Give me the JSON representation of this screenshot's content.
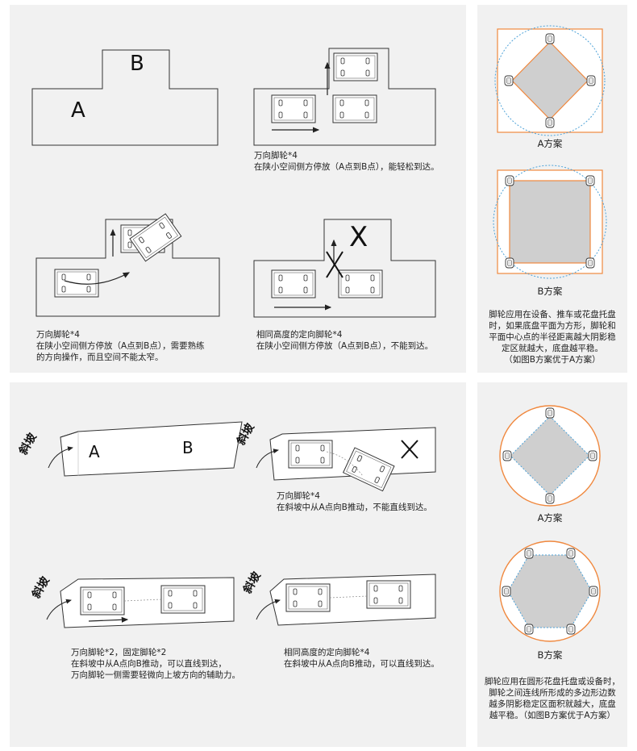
{
  "top_left": {
    "d1": {
      "label_a": "A",
      "label_b": "B"
    },
    "d2": {
      "caption_1": "万向脚轮*4",
      "caption_2": "在陕小空间侧方停放（A点到B点），能轻松到达。"
    },
    "d3": {
      "caption_1": "万向脚轮*4",
      "caption_2": "在陕小空间侧方停放（A点到B点），需要熟练",
      "caption_3": "的方向操作，而且空间不能太窄。"
    },
    "d4": {
      "mark": "X",
      "caption_1": "相同高度的定向脚轮*4",
      "caption_2": "在陕小空间侧方停放（A点到B点），不能到达。"
    }
  },
  "top_right": {
    "plan_a_label": "A方案",
    "plan_b_label": "B方案",
    "desc_1": "脚轮应用在设备、推车或花盘托盘",
    "desc_2": "时，如果底盘平面为方形，脚轮和",
    "desc_3": "平面中心点的半径距离越大阴影稳",
    "desc_4": "定区就越大，底盘越平稳。",
    "desc_5": "（如图B方案优于A方案）"
  },
  "bottom_left": {
    "slope_label": "斜坡",
    "s1": {
      "label_a": "A",
      "label_b": "B"
    },
    "s2": {
      "mark": "X",
      "caption_1": "万向脚轮*4",
      "caption_2": "在斜坡中从A点向B推动，不能直线到达。"
    },
    "s3": {
      "caption_1": "万向脚轮*2，固定脚轮*2",
      "caption_2": "在斜坡中从A点向B推动，可以直线到达，",
      "caption_3": "万向脚轮一侧需要轻微向上坡方向的辅助力。"
    },
    "s4": {
      "caption_1": "相同高度的定向脚轮*4",
      "caption_2": "在斜坡中从A点向B推动，可以直线到达。"
    }
  },
  "bottom_right": {
    "plan_a_label": "A方案",
    "plan_b_label": "B方案",
    "desc_1": "脚轮应用在圆形花盘托盘或设备时，",
    "desc_2": "脚轮之间连线所形成的多边形边数",
    "desc_3": "越多阴影稳定区面积就越大，底盘",
    "desc_4": "越平稳。（如图B方案优于A方案）"
  },
  "colors": {
    "panel": "#f1f1f1",
    "accent_orange": "#f0883e",
    "accent_blue": "#4fa3d8",
    "shade": "#cfcfcf"
  }
}
